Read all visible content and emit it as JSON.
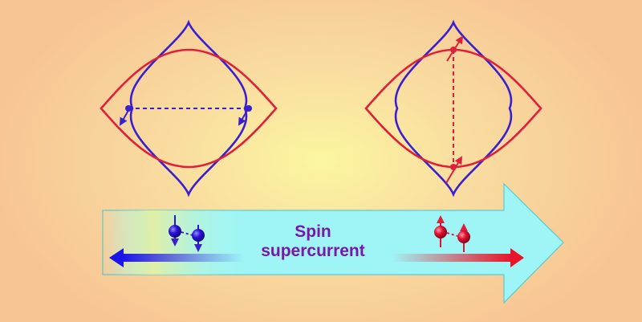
{
  "caption": {
    "line1": "Spin",
    "line2": "supercurrent"
  },
  "colors": {
    "red_contour": "#e0203a",
    "blue_contour": "#3a1fd0",
    "blue_particle": "#2a12d8",
    "red_particle": "#e01030",
    "big_arrow_fill": "#9ff5f5",
    "big_arrow_stroke": "#57cbd3",
    "caption_text": "#7a16a8",
    "background_center": "#fbf6a0",
    "background_edge": "#f7c493"
  },
  "panels": [
    {
      "name": "left",
      "pairing": "horizontal",
      "spin_color": "blue"
    },
    {
      "name": "right",
      "pairing": "vertical",
      "spin_color": "red"
    }
  ],
  "icons": [
    "blue-spin-pair-icon",
    "red-spin-pair-icon",
    "left-blue-arrow-icon",
    "right-red-arrow-icon"
  ]
}
